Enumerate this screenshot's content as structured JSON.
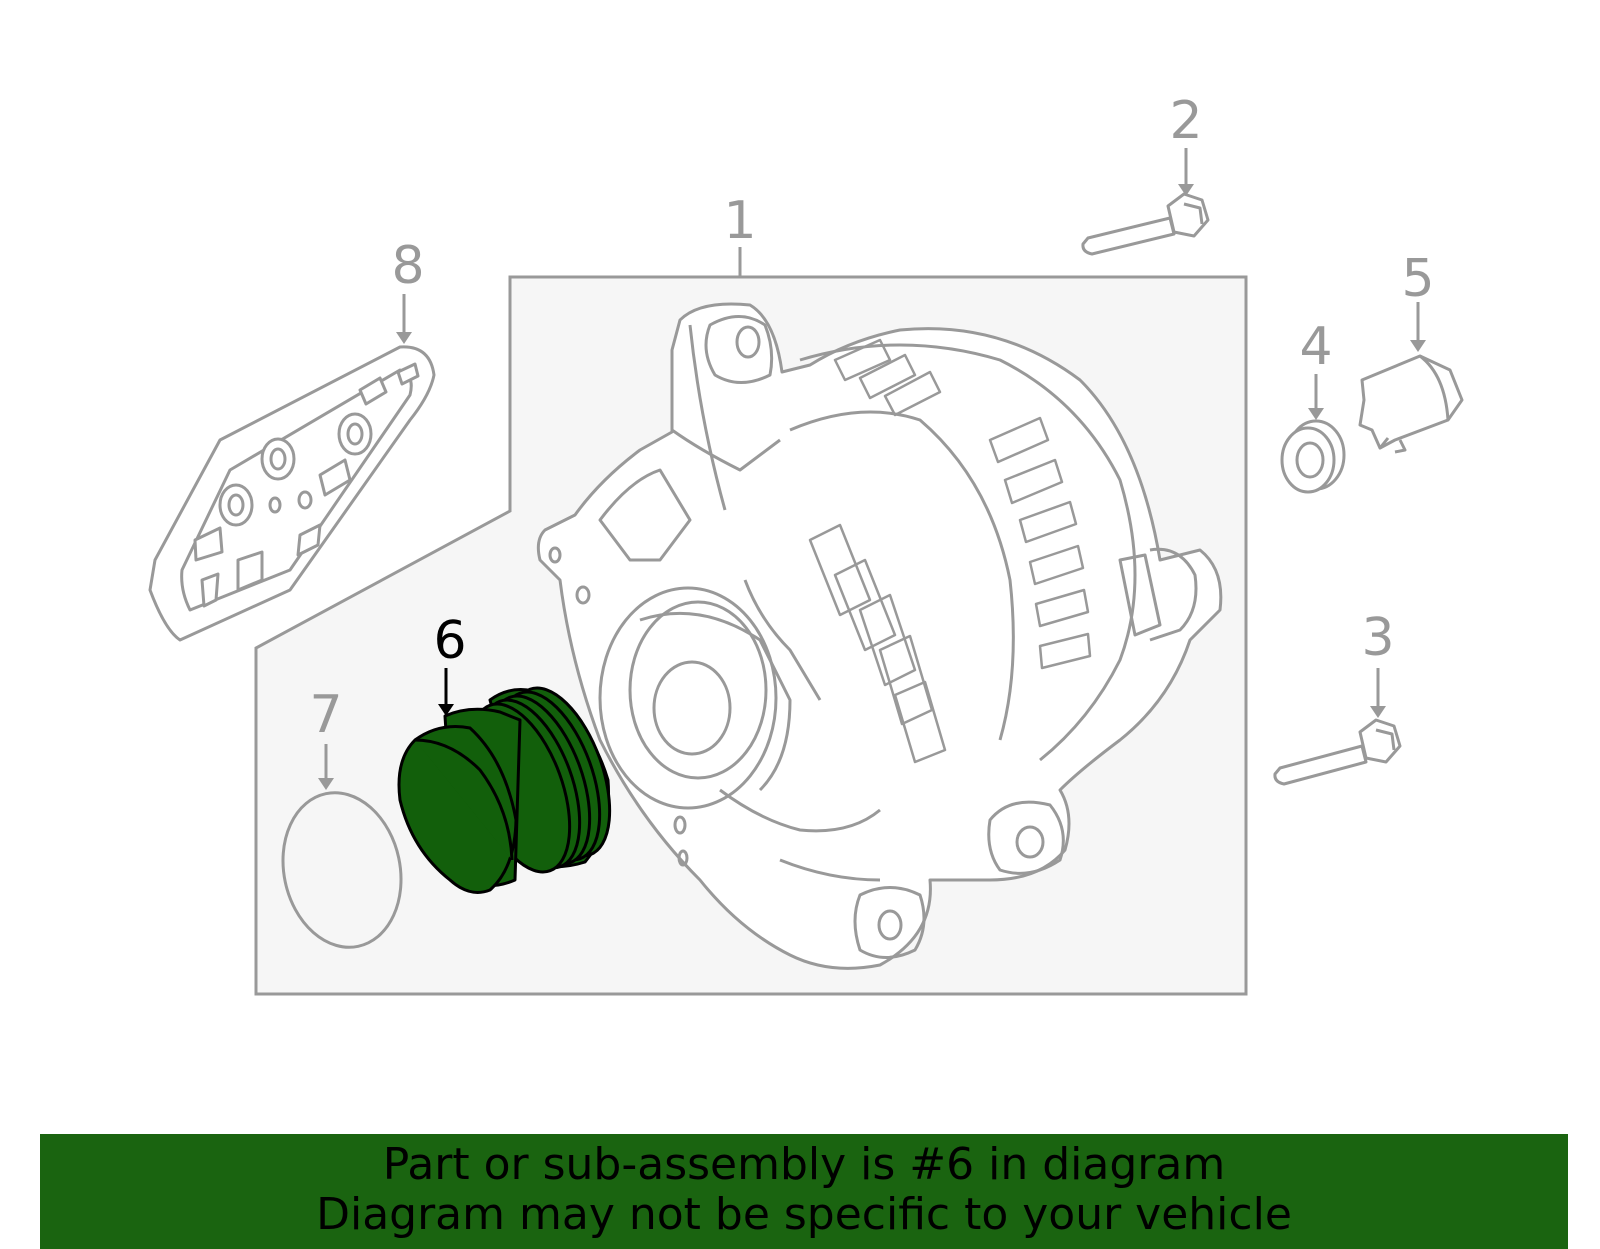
{
  "callouts": {
    "c1": "1",
    "c2": "2",
    "c3": "3",
    "c4": "4",
    "c5": "5",
    "c6": "6",
    "c7": "7",
    "c8": "8"
  },
  "highlighted_part": "6",
  "colors": {
    "line": "#999999",
    "panel": "#f6f6f6",
    "highlight": "#125f0b",
    "banner": "#1a6410",
    "text": "#000000"
  },
  "banner": {
    "line1": "Part or sub-assembly is #6 in diagram",
    "line2": "Diagram may not be specific to your vehicle"
  }
}
